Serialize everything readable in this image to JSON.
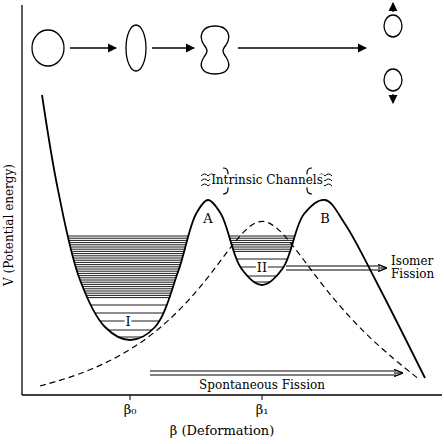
{
  "diagram": {
    "labels": [
      "Intrinsic Channels",
      "A",
      "B",
      "II",
      "Isomer Fission",
      "I",
      "Spontaneous Fission",
      "V (Potential energy)",
      "β₀",
      "β₁",
      "β (Deformation)"
    ]
  }
}
